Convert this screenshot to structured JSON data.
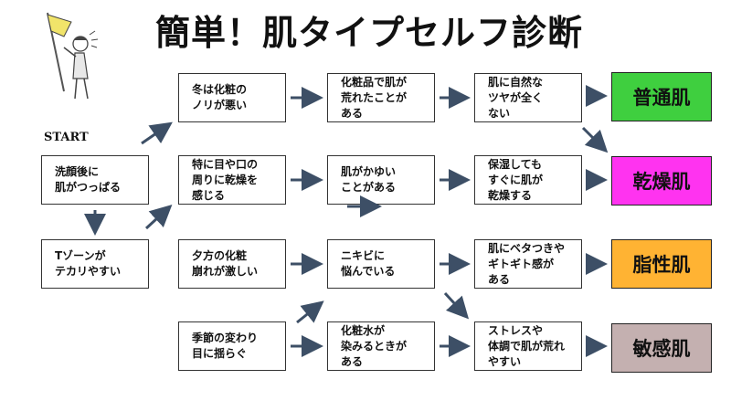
{
  "title": "簡単！肌タイプセルフ診断",
  "start_label": "START",
  "nodes": {
    "wash": "洗顔後に\n肌がつっぱる",
    "tzone": "Tゾーンが\nテカリやすい",
    "winter": "冬は化粧の\nノリが悪い",
    "eyes": "特に目や口の\n周りに乾燥を\n感じる",
    "evening": "夕方の化粧\n崩れが激しい",
    "season": "季節の変わり\n目に揺らぐ",
    "makeup_rough": "化粧品で肌が\n荒れたことが\nある",
    "itchy": "肌がかゆい\nことがある",
    "acne": "ニキビに\n悩んでいる",
    "lotion": "化粧水が\n染みるときが\nある",
    "no_gloss": "肌に自然な\nツヤが全く\nない",
    "dry_after": "保湿しても\nすぐに肌が\n乾燥する",
    "sticky": "肌にベタつきや\nギトギト感が\nある",
    "stress": "ストレスや\n体調で肌が荒れ\nやすい"
  },
  "results": {
    "normal": "普通肌",
    "dry": "乾燥肌",
    "oily": "脂性肌",
    "sensitive": "敏感肌"
  },
  "colors": {
    "normal": "#3fcf3f",
    "dry": "#ff33f0",
    "oily": "#ffb333",
    "sensitive": "#c4b0b0",
    "arrow": "#3d4f66"
  }
}
